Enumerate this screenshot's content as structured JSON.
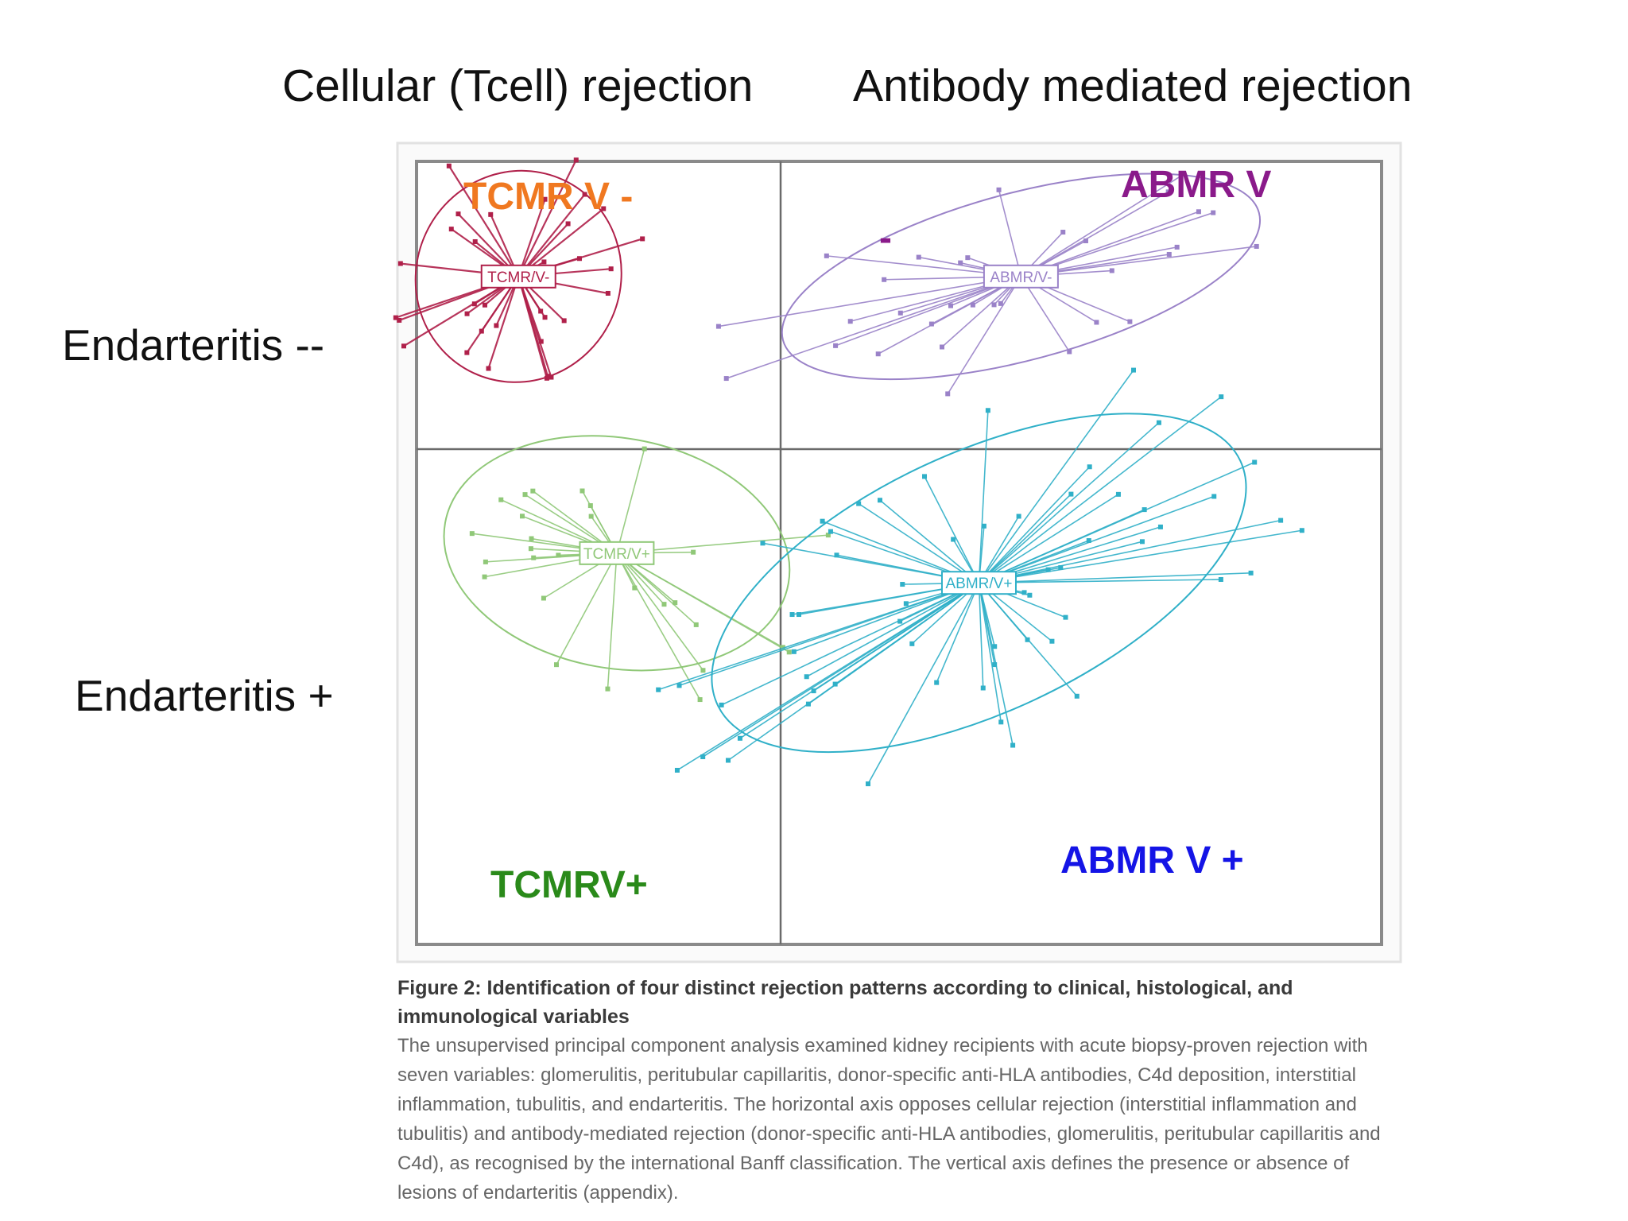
{
  "headings": {
    "left": "Cellular (Tcell) rejection",
    "right": "Antibody mediated rejection"
  },
  "row_labels": {
    "top": "Endarteritis --",
    "bottom": "Endarteritis +"
  },
  "quadrant_labels": {
    "top_left": "TCMR V -",
    "top_right_line1": "ABMR V",
    "top_right_line2": "-",
    "bottom_left": "TCMRV+",
    "bottom_right": "ABMR V +"
  },
  "colors": {
    "tcmr_v_neg": "#f07820",
    "abmr_v_neg": "#8a1a8a",
    "tcmr_v_pos": "#2a8a1a",
    "abmr_v_pos": "#1414e6",
    "cluster_tcmr_v_neg": "#b0204a",
    "cluster_abmr_v_neg": "#9a82c8",
    "cluster_tcmr_v_pos": "#90c878",
    "cluster_abmr_v_pos": "#30b0c8"
  },
  "chart_data": {
    "type": "scatter",
    "axes": {
      "x_range": [
        -1,
        1
      ],
      "y_range": [
        -1,
        1
      ],
      "x_meaning": "cellular vs antibody-mediated rejection",
      "y_meaning": "absence vs presence of endarteritis"
    },
    "clusters": [
      {
        "name": "TCMR/V-",
        "center": [
          -0.72,
          0.6
        ],
        "ellipse_radii": [
          0.17,
          0.37
        ],
        "ellipse_rotation": 25
      },
      {
        "name": "ABMR/V-",
        "center": [
          0.4,
          0.6
        ],
        "ellipse_radii": [
          0.41,
          0.29
        ],
        "ellipse_rotation": -15
      },
      {
        "name": "TCMR/V+",
        "center": [
          -0.45,
          -0.21
        ],
        "ellipse_radii": [
          0.29,
          0.4
        ],
        "ellipse_rotation": 10
      },
      {
        "name": "ABMR/V+",
        "center": [
          0.33,
          -0.27
        ],
        "ellipse_radii": [
          0.48,
          0.45
        ],
        "ellipse_rotation": -25
      }
    ]
  },
  "caption": {
    "title": "Figure 2: Identification of four distinct rejection patterns according to clinical, histological, and immunological variables",
    "body": "The unsupervised principal component analysis examined kidney recipients with acute biopsy-proven rejection with seven variables: glomerulitis, peritubular capillaritis, donor-specific anti-HLA antibodies, C4d deposition, interstitial inflammation, tubulitis, and endarteritis. The horizontal axis opposes cellular rejection (interstitial inflammation and tubulitis) and antibody-mediated rejection (donor-specific anti-HLA antibodies, glomerulitis, peritubular capillaritis and C4d), as recognised by the international Banff classification. The vertical axis defines the presence or absence of lesions of endarteritis (appendix)."
  }
}
